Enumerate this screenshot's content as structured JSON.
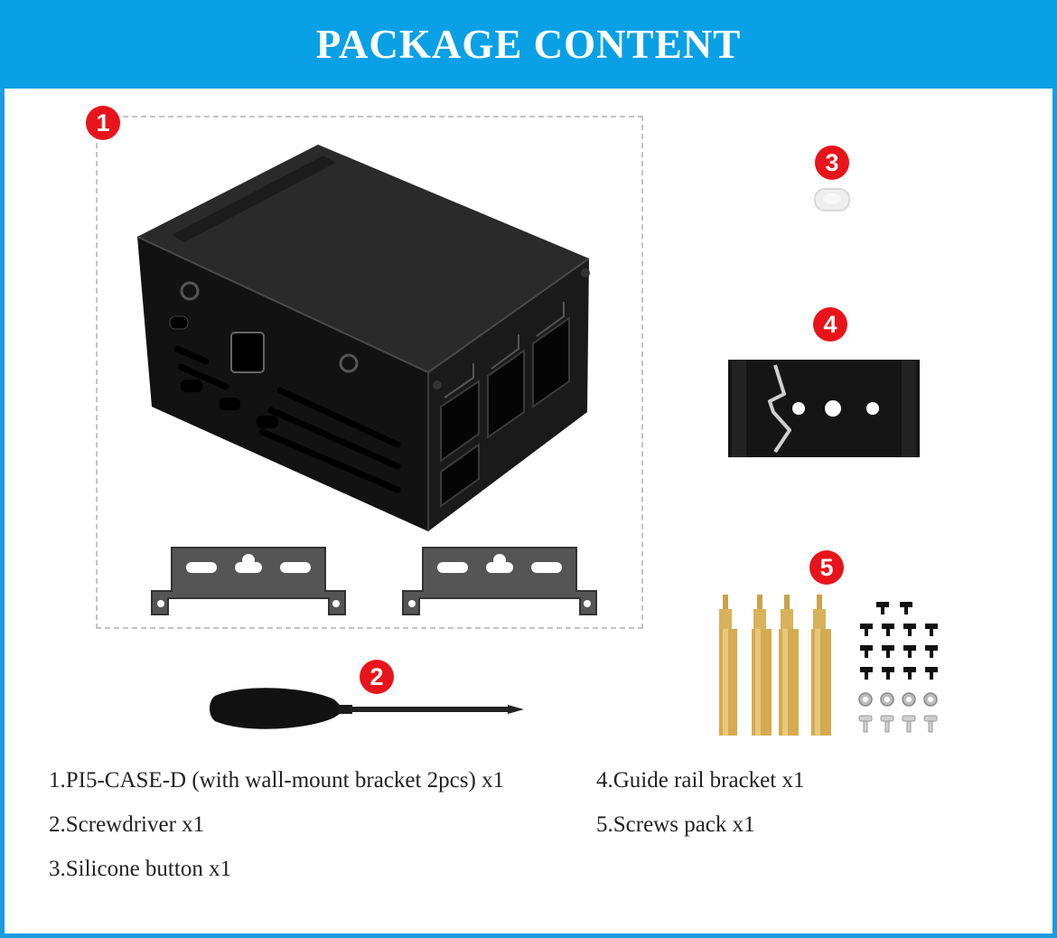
{
  "header": {
    "title": "PACKAGE CONTENT"
  },
  "badges": [
    "1",
    "2",
    "3",
    "4",
    "5"
  ],
  "items": [
    {
      "caption": "1.PI5-CASE-D (with wall-mount bracket 2pcs) x1",
      "icon": "case-icon"
    },
    {
      "caption": "2.Screwdriver x1",
      "icon": "screwdriver-icon"
    },
    {
      "caption": "3.Silicone button x1",
      "icon": "silicone-button-icon"
    },
    {
      "caption": "4.Guide rail bracket x1",
      "icon": "rail-bracket-icon"
    },
    {
      "caption": "5.Screws pack x1",
      "icon": "screws-icon"
    }
  ],
  "colors": {
    "banner": "#0aa0e6",
    "badge": "#e8141b",
    "border": "#1a9ce0"
  }
}
